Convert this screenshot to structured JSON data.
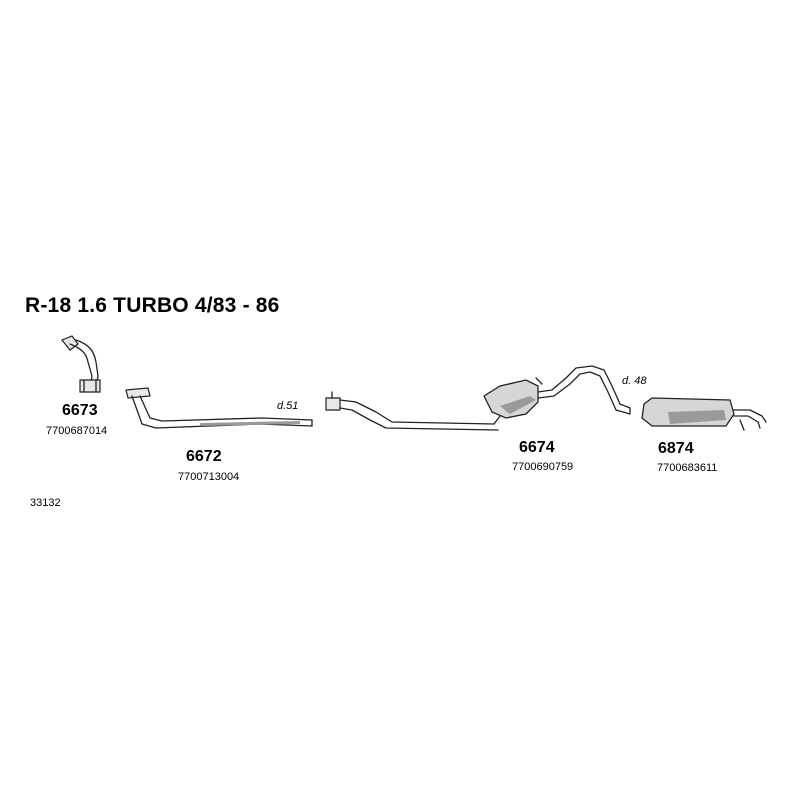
{
  "title": "R-18 1.6 TURBO 4/83 - 86",
  "parts": [
    {
      "code": "6673",
      "number": "7700687014"
    },
    {
      "code": "6672",
      "number": "7700713004"
    },
    {
      "code": "6674",
      "number": "7700690759"
    },
    {
      "code": "6874",
      "number": "7700683611"
    }
  ],
  "dimensions": {
    "d51": "d.51",
    "d48": "d. 48"
  },
  "reference": "33132"
}
